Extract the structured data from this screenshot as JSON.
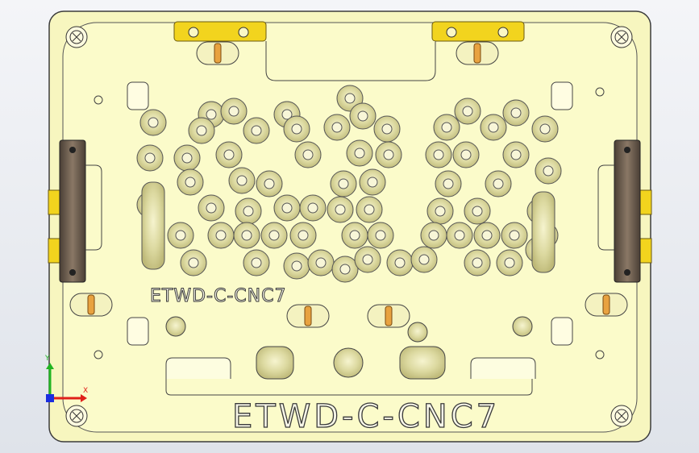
{
  "model": {
    "engraving_small": "ETWD-C-CNC7",
    "engraving_large": "ETWD-C-CNC7"
  },
  "triad": {
    "x_label": "X",
    "y_label": "Y",
    "x_color": "#e0201a",
    "y_color": "#22b422",
    "z_color": "#1a2ee0"
  },
  "colors": {
    "plate": "#fbfbc8",
    "plate_edge": "#3c3c3c",
    "pad": "#d8d49a",
    "pin": "#e7a24a",
    "clamp": "#f0d020",
    "side_block": "#6b5a4a"
  }
}
